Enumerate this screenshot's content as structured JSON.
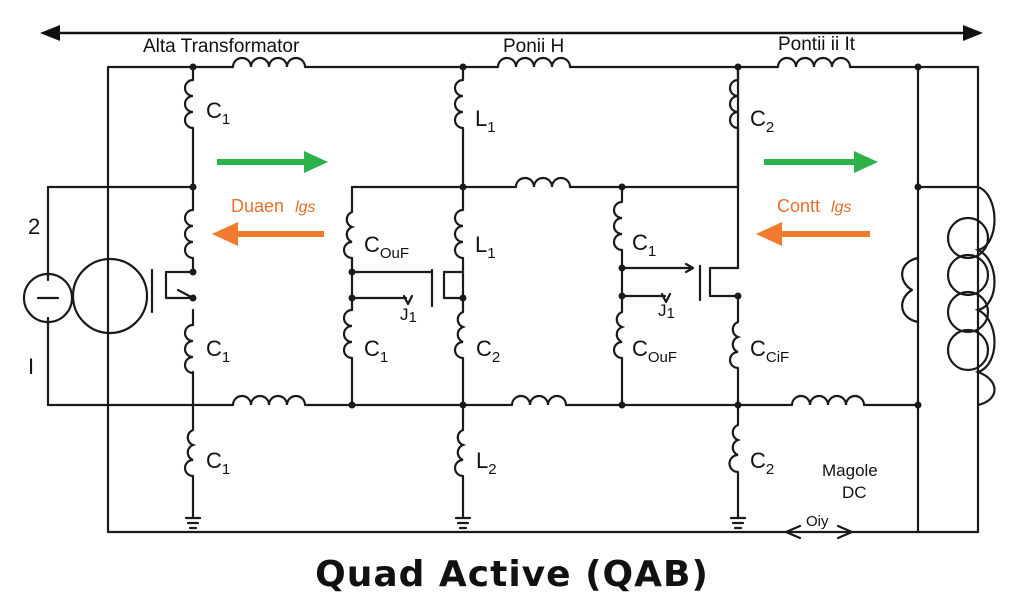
{
  "title": "Quad Active (QAB)",
  "top_labels": {
    "left": "Alta Transformator",
    "middle": "Ponii H",
    "right": "Pontii ii It"
  },
  "side_labels": {
    "upper": "2",
    "lower": "I"
  },
  "flow_labels": {
    "left": "Duaen",
    "left_sub": "lgs",
    "right": "Contt",
    "right_sub": "lgs"
  },
  "components": {
    "c1": "C",
    "c1_sub": "1",
    "c2": "C",
    "c2_sub": "2",
    "l1": "L",
    "l1_sub": "1",
    "l2": "L",
    "l2_sub": "2",
    "cout": "C",
    "cout_sub": "OuF",
    "ccif": "C",
    "ccif_sub": "CiF",
    "j1": "J",
    "j1_sub": "1"
  },
  "notes": {
    "magnet": "Magole",
    "dc": "DC",
    "oiy": "Oiy"
  },
  "colors": {
    "green_arrow": "#2bb24a",
    "orange_arrow": "#f07a2e",
    "orange_text": "#e8702a",
    "wire": "#1a1a1a"
  }
}
